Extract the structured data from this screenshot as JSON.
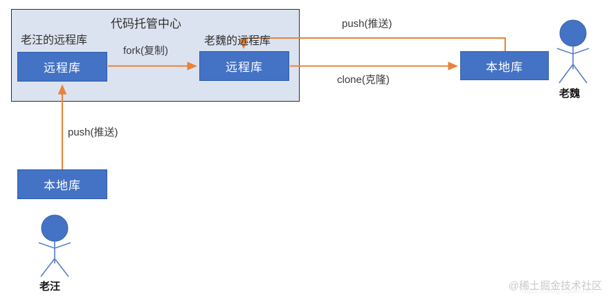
{
  "diagram": {
    "title": "代码托管中心",
    "colors": {
      "box_fill": "#4472C4",
      "container_fill": "#DCE3F0",
      "arrow": "#E8833A",
      "actor": "#4472C4",
      "text_dark": "#2F2F2F"
    },
    "container": {
      "name": "代码托管中心",
      "nodes": [
        {
          "id": "remote-wang",
          "caption": "老汪的远程库",
          "box_label": "远程库"
        },
        {
          "id": "remote-wei",
          "caption": "老魏的远程库",
          "box_label": "远程库"
        }
      ]
    },
    "nodes": [
      {
        "id": "local-wei",
        "box_label": "本地库"
      },
      {
        "id": "local-wang",
        "box_label": "本地库"
      }
    ],
    "edges": [
      {
        "id": "fork",
        "label": "fork(复制)",
        "from": "remote-wang",
        "to": "remote-wei"
      },
      {
        "id": "push-wei",
        "label": "push(推送)",
        "from": "local-wei",
        "to": "remote-wei"
      },
      {
        "id": "clone",
        "label": "clone(克隆)",
        "from": "remote-wei",
        "to": "local-wei"
      },
      {
        "id": "push-wang",
        "label": "push(推送)",
        "from": "local-wang",
        "to": "remote-wang"
      }
    ],
    "actors": [
      {
        "id": "laowei",
        "name": "老魏"
      },
      {
        "id": "laowang",
        "name": "老汪"
      }
    ],
    "watermark": {
      "text": "@稀土掘金技术社区",
      "url": "https://blog.csdn.net"
    }
  }
}
